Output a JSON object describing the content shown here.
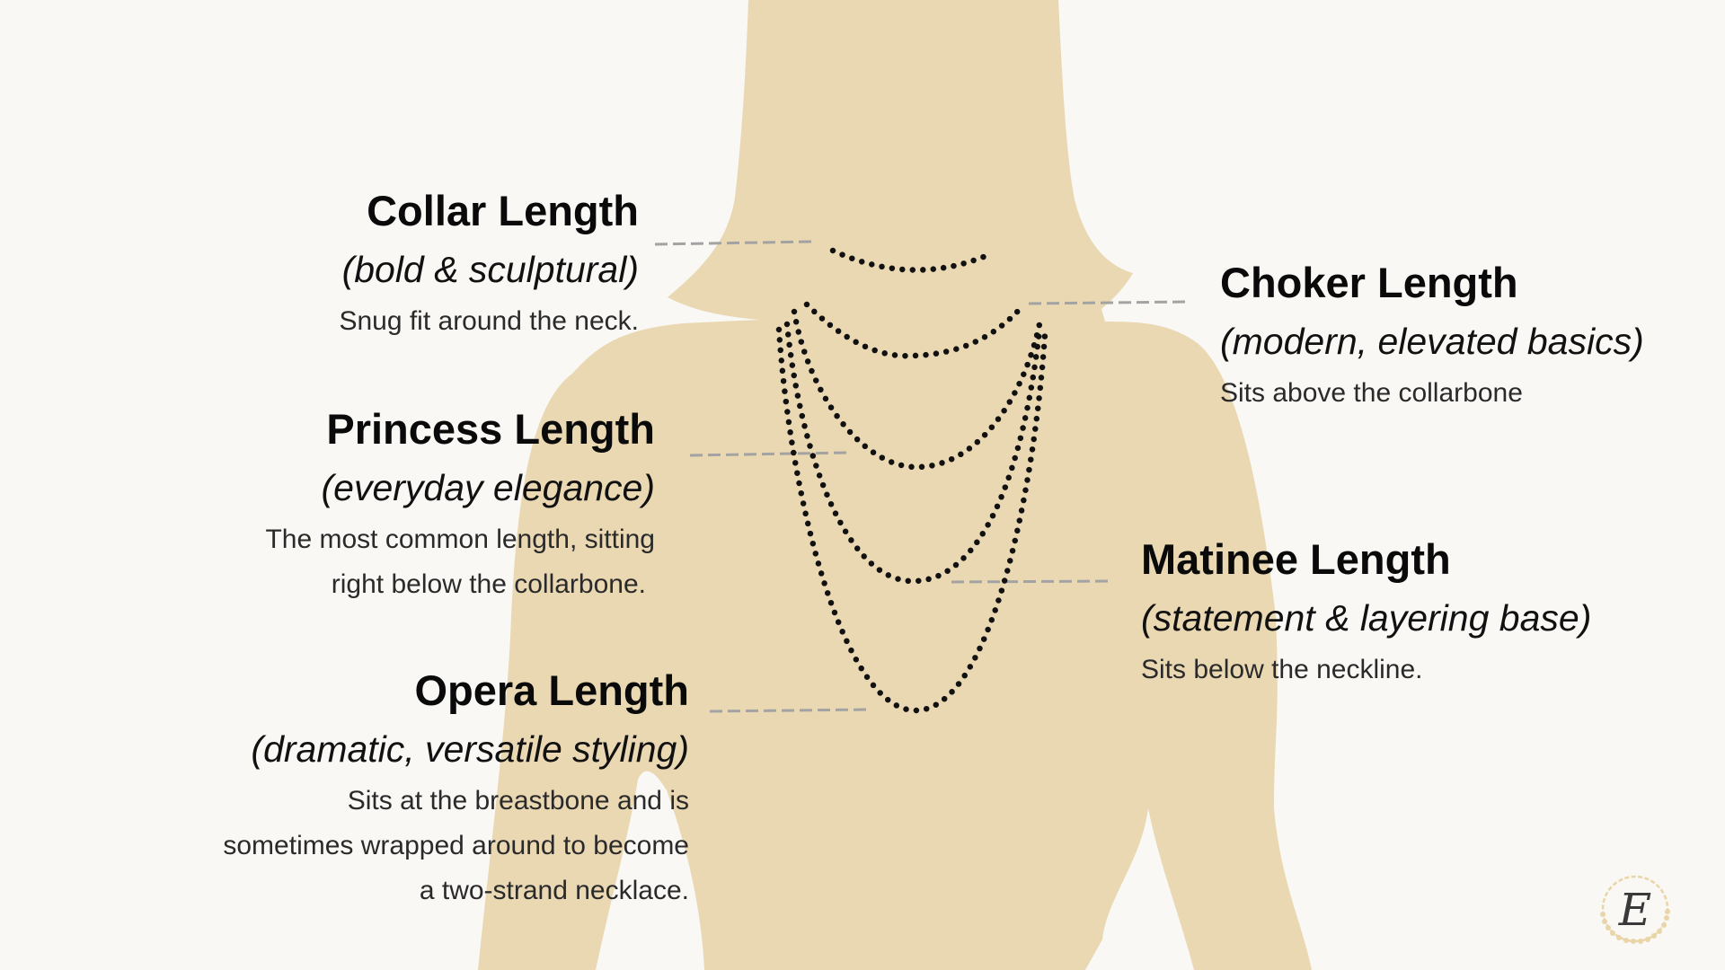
{
  "colors": {
    "background": "#F9F8F5",
    "silhouette": "#EAD8B3",
    "beads": "#111111",
    "leader": "#A3A3A3",
    "logo_beads": "#EAD5A8"
  },
  "lengths": {
    "collar": {
      "title": "Collar Length",
      "subtitle": "(bold & sculptural)",
      "body": [
        "Snug fit around the neck."
      ]
    },
    "choker": {
      "title": "Choker Length",
      "subtitle": "(modern, elevated basics)",
      "body": [
        "Sits above the collarbone"
      ]
    },
    "princess": {
      "title": "Princess Length",
      "subtitle": "(everyday elegance)",
      "body": [
        "The most common length, sitting",
        "right below the collarbone."
      ]
    },
    "matinee": {
      "title": "Matinee Length",
      "subtitle": "(statement & layering base)",
      "body": [
        "Sits below the neckline."
      ]
    },
    "opera": {
      "title": "Opera Length",
      "subtitle": "(dramatic, versatile styling)",
      "body": [
        "Sits at the breastbone and is",
        "sometimes wrapped around to become",
        "a two-strand necklace."
      ]
    }
  },
  "logo": {
    "letter": "E"
  }
}
